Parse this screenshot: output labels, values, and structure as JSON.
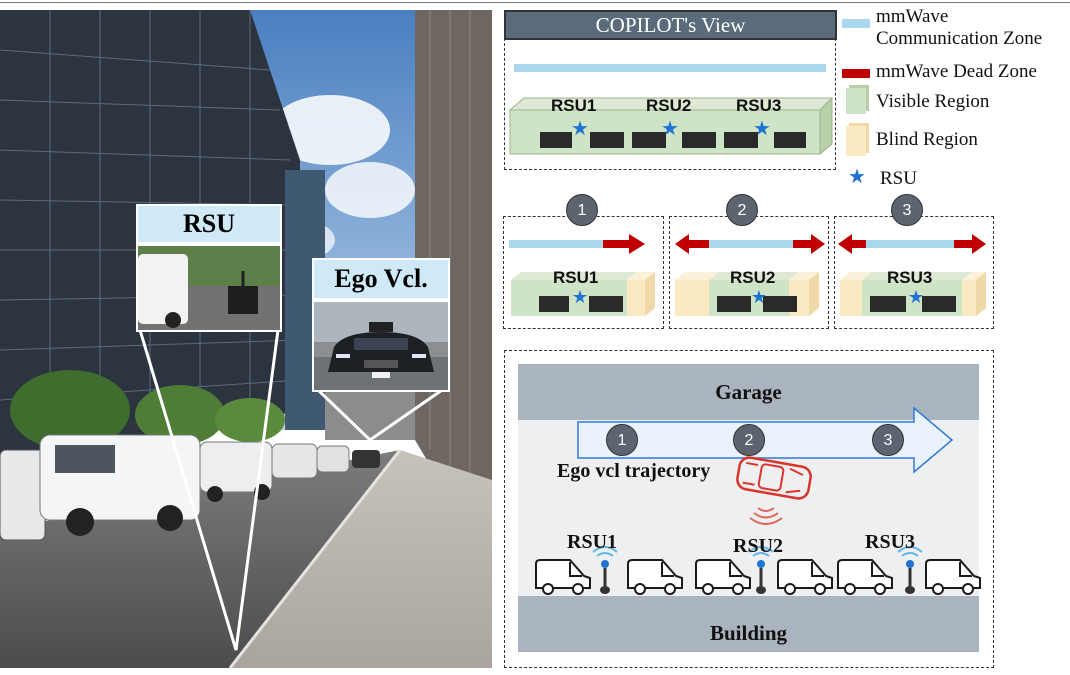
{
  "photo": {
    "rsu_callout": "RSU",
    "ego_callout": "Ego Vcl."
  },
  "copilot": {
    "title": "COPILOT's View",
    "rsus": [
      "RSU1",
      "RSU2",
      "RSU3"
    ]
  },
  "legend": {
    "items": [
      {
        "label_lines": [
          "mmWave",
          "Communication Zone"
        ],
        "color": "#a9d8ee"
      },
      {
        "label_lines": [
          "mmWave Dead Zone"
        ],
        "color": "#c00000"
      },
      {
        "label_lines": [
          "Visible Region"
        ],
        "color": "#cfe3c6"
      },
      {
        "label_lines": [
          "Blind Region"
        ],
        "color": "#fbe9c4"
      },
      {
        "label_lines": [
          "RSU"
        ],
        "color": "#1f74d1"
      }
    ]
  },
  "panels": [
    {
      "num": "1",
      "rsu": "RSU1"
    },
    {
      "num": "2",
      "rsu": "RSU2"
    },
    {
      "num": "3",
      "rsu": "RSU3"
    }
  ],
  "scene": {
    "garage": "Garage",
    "building": "Building",
    "trajectory_label": "Ego vcl trajectory",
    "steps": [
      "1",
      "2",
      "3"
    ],
    "rsus": [
      "RSU1",
      "RSU2",
      "RSU3"
    ]
  },
  "colors": {
    "comm_zone": "#a9d8ee",
    "dead_zone": "#c00000",
    "visible": "#cfe3c6",
    "blind": "#fbe9c4",
    "rsu_star": "#1f74d1",
    "car_red": "#d9352b",
    "lane_gray": "#a9b4bf"
  }
}
